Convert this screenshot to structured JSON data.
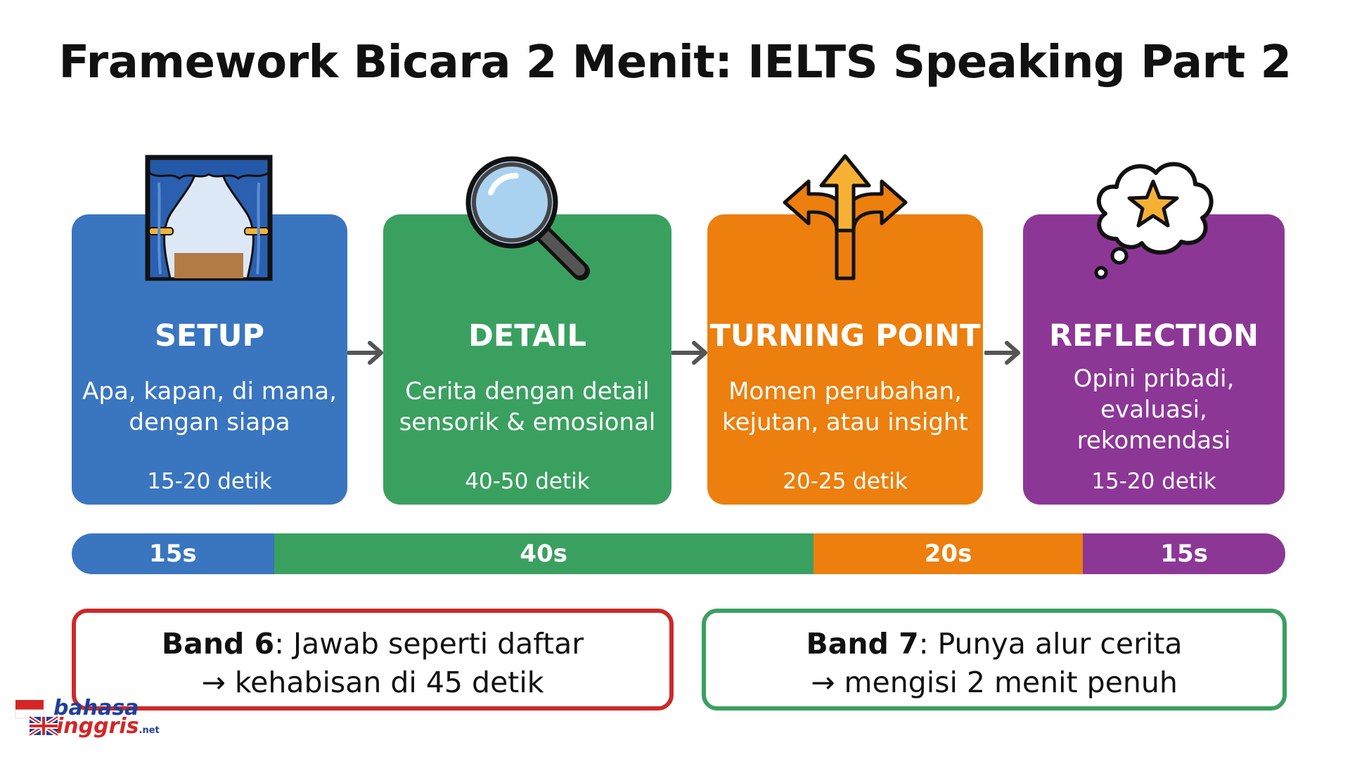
{
  "title": "Framework Bicara 2 Menit: IELTS Speaking Part 2",
  "stages": [
    {
      "heading": "SETUP",
      "desc": [
        "Apa, kapan, di mana,",
        "dengan siapa"
      ],
      "duration": "15-20 detik",
      "color": "#3a75c0",
      "icon": "theater-curtain-icon"
    },
    {
      "heading": "DETAIL",
      "desc": [
        "Cerita dengan detail",
        "sensorik & emosional"
      ],
      "duration": "40-50 detik",
      "color": "#3aa060",
      "icon": "magnifying-glass-icon"
    },
    {
      "heading": "TURNING POINT",
      "desc": [
        "Momen perubahan,",
        "kejutan, atau insight"
      ],
      "duration": "20-25 detik",
      "color": "#ec7f0e",
      "icon": "branching-arrows-icon"
    },
    {
      "heading": "REFLECTION",
      "desc": [
        "Opini pribadi,",
        "evaluasi,",
        "rekomendasi"
      ],
      "duration": "15-20 detik",
      "color": "#8c3796",
      "icon": "thought-bubble-star-icon"
    }
  ],
  "timeline": [
    {
      "label": "15s",
      "seconds": 15,
      "color": "#3a75c0"
    },
    {
      "label": "40s",
      "seconds": 40,
      "color": "#3aa060"
    },
    {
      "label": "20s",
      "seconds": 20,
      "color": "#ec7f0e"
    },
    {
      "label": "15s",
      "seconds": 15,
      "color": "#8c3796"
    }
  ],
  "bands": [
    {
      "label": "Band 6",
      "line1": ": Jawab seperti daftar",
      "line2": "→ kehabisan di 45 detik",
      "color": "#cc2a2a"
    },
    {
      "label": "Band 7",
      "line1": ": Punya alur cerita",
      "line2": "→ mengisi 2 menit penuh",
      "color": "#3aa060"
    }
  ],
  "logo": {
    "top": "bahasa",
    "bottom": "inggris",
    "suffix": ".net"
  }
}
